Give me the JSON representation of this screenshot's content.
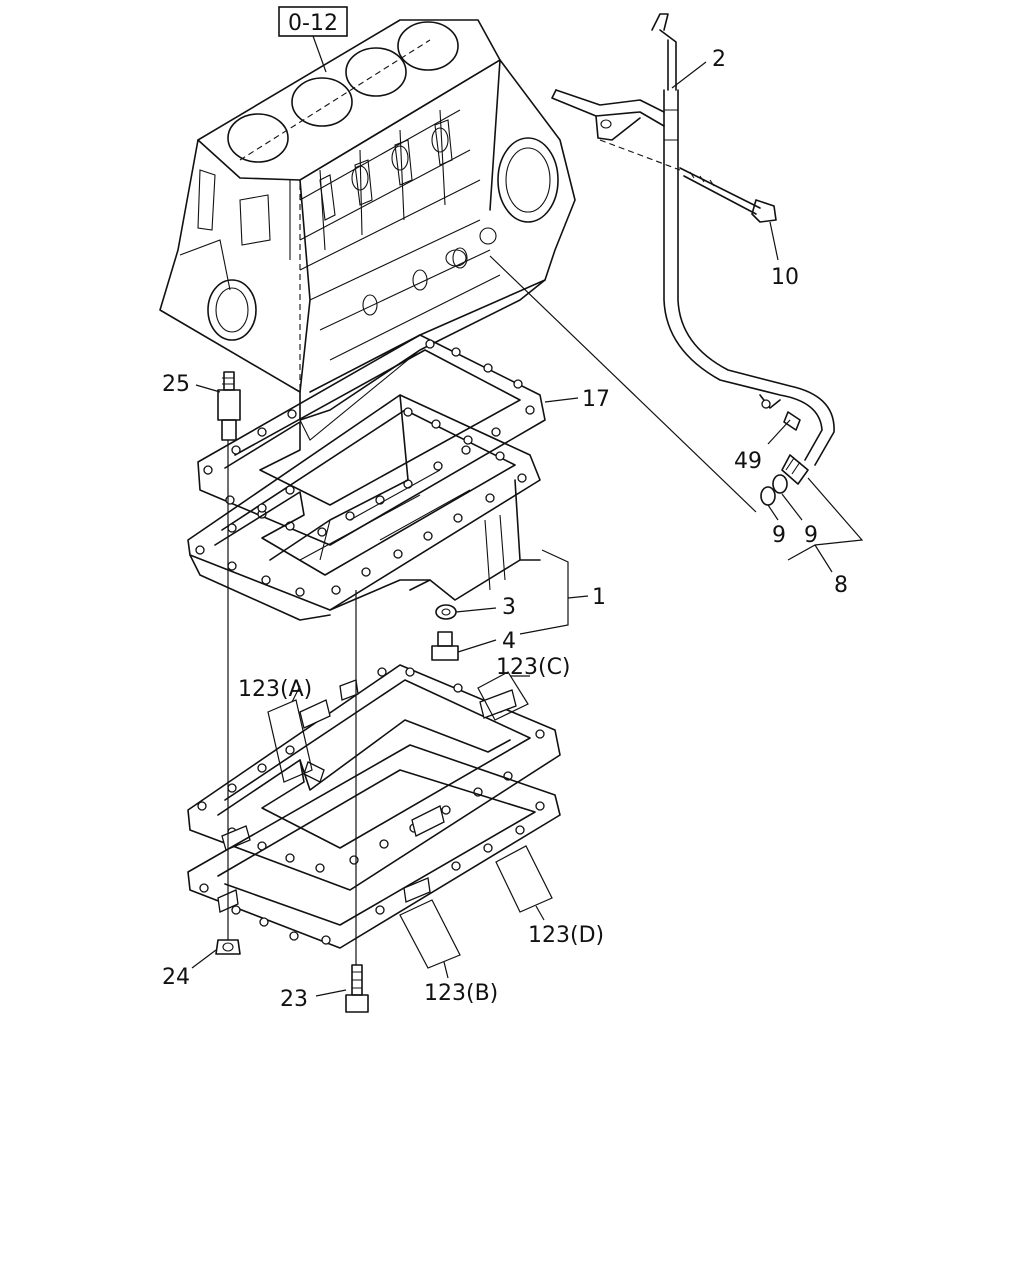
{
  "reference": "0-12",
  "callouts": {
    "c1": "1",
    "c2": "2",
    "c3": "3",
    "c4": "4",
    "c8": "8",
    "c9a": "9",
    "c9b": "9",
    "c10": "10",
    "c17": "17",
    "c23": "23",
    "c24": "24",
    "c25": "25",
    "c49": "49",
    "c123a": "123(A)",
    "c123b": "123(B)",
    "c123c": "123(C)",
    "c123d": "123(D)"
  }
}
